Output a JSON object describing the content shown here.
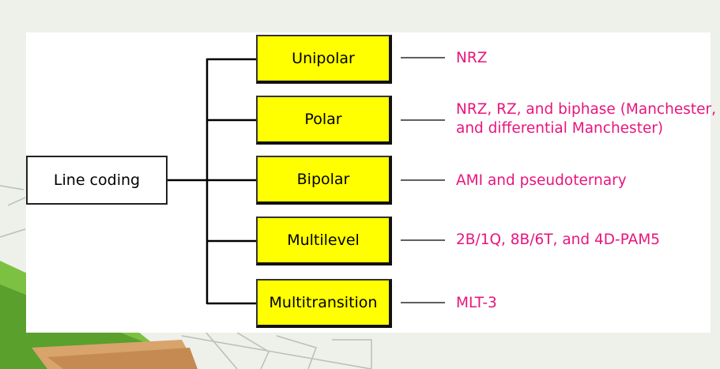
{
  "diagram": {
    "root": {
      "label": "Line coding"
    },
    "categories": [
      {
        "name": "Unipolar",
        "schemes": "NRZ"
      },
      {
        "name": "Polar",
        "schemes": "NRZ, RZ, and biphase (Manchester,\nand differential Manchester)"
      },
      {
        "name": "Bipolar",
        "schemes": "AMI and pseudoternary"
      },
      {
        "name": "Multilevel",
        "schemes": "2B/1Q,  8B/6T, and 4D-PAM5"
      },
      {
        "name": "Multitransition",
        "schemes": "MLT-3"
      }
    ]
  },
  "colors": {
    "category_box_fill": "#ffff00",
    "scheme_text": "#e8157c",
    "line": "#000000"
  }
}
